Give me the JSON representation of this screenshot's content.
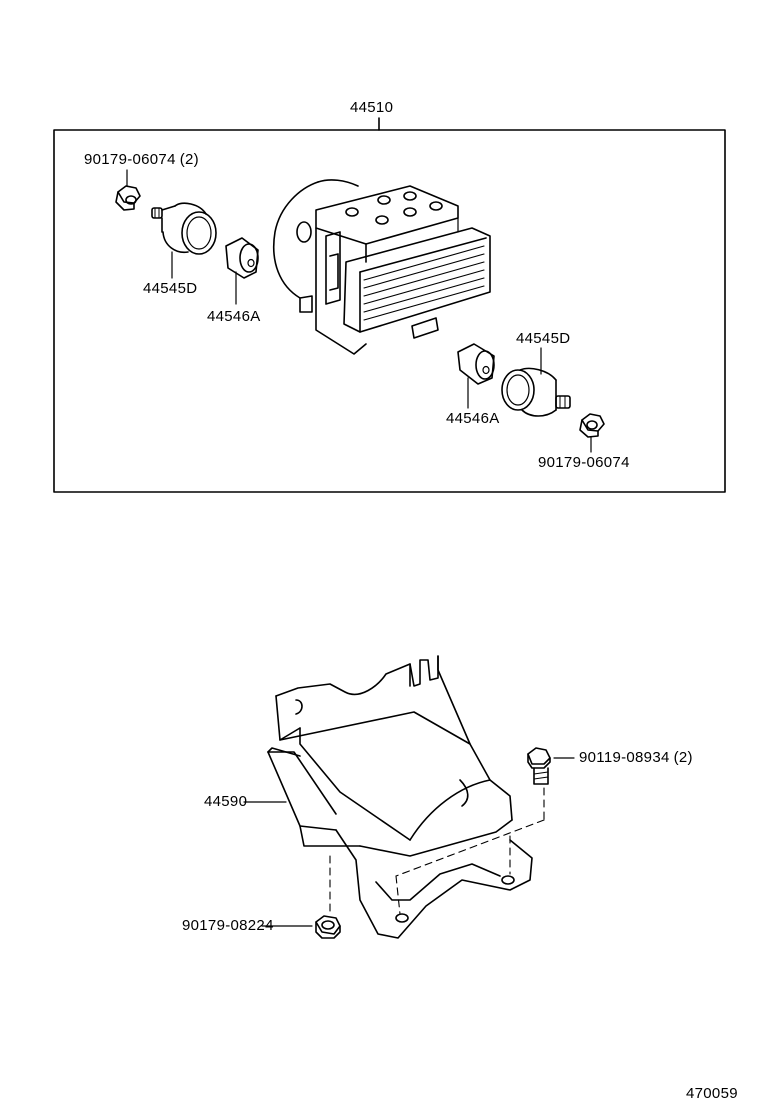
{
  "diagram": {
    "figure_number": "470059",
    "assembly": {
      "part_number": "44510",
      "callouts": [
        {
          "part": "90179-06074",
          "qty": "(2)"
        },
        {
          "part": "44545D",
          "qty": ""
        },
        {
          "part": "44546A",
          "qty": ""
        },
        {
          "part": "44545D",
          "qty": ""
        },
        {
          "part": "44546A",
          "qty": ""
        },
        {
          "part": "90179-06074",
          "qty": ""
        }
      ]
    },
    "bracket": {
      "part_number": "44590",
      "callouts": [
        {
          "part": "90119-08934",
          "qty": "(2)"
        },
        {
          "part": "90179-08224",
          "qty": ""
        }
      ]
    }
  }
}
